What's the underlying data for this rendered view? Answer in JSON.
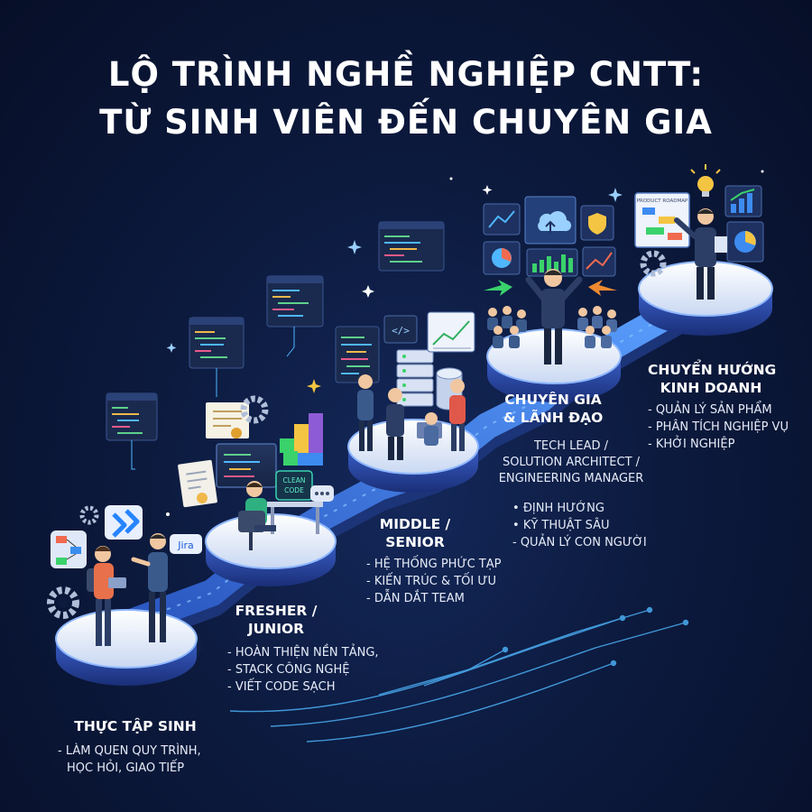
{
  "title": {
    "line1": "LỘ TRÌNH NGHỀ NGHIỆP CNTT:",
    "line2": "TỪ SINH VIÊN ĐẾN CHUYÊN GIA"
  },
  "icons": {
    "jira": "Jira",
    "clean_code": [
      "CLEAN",
      "CODE"
    ],
    "code_tag": "</>",
    "board_label": "PRODUCT ROADMAP"
  },
  "stages": {
    "intern": {
      "title": "THỰC TẬP SINH",
      "bullets": [
        "LÀM QUEN QUY TRÌNH,",
        "HỌC HỎI, GIAO TIẾP"
      ]
    },
    "junior": {
      "title": [
        "FRESHER /",
        "JUNIOR"
      ],
      "bullets": [
        "HOÀN THIỆN NỀN TẢNG,",
        "STACK CÔNG NGHỆ",
        "VIẾT CODE SẠCH"
      ]
    },
    "senior": {
      "title": [
        "MIDDLE /",
        "SENIOR"
      ],
      "bullets": [
        "HỆ THỐNG PHỨC TẠP",
        "KIẾN TRÚC & TỐI ƯU",
        "DẪN DẮT TEAM"
      ]
    },
    "expert": {
      "title": [
        "CHUYÊN GIA",
        "& LÃNH ĐẠO"
      ],
      "roles": [
        "TECH LEAD /",
        "SOLUTION ARCHITECT /",
        "ENGINEERING MANAGER"
      ],
      "bullets": [
        "ĐỊNH HƯỚNG",
        "KỸ THUẬT SÂU",
        "QUẢN LÝ CON NGƯỜI"
      ]
    },
    "business": {
      "title": [
        "CHUYỂN HƯỚNG",
        "KINH DOANH"
      ],
      "bullets": [
        "QUẢN LÝ SẢN PHẨM",
        "PHÂN TÍCH NGHIỆP VỤ",
        "KHỞI NGHIỆP"
      ]
    }
  },
  "colors": {
    "accent_cyan": "#4fc3ff",
    "platform_top": "#e8f0fb",
    "platform_side": "#2b4aa8",
    "path": "#3e6fd8",
    "bar_green": "#3ad26b",
    "bar_yellow": "#f4c542",
    "bar_purple": "#8e5bd6",
    "bar_blue": "#3d8bf0"
  }
}
